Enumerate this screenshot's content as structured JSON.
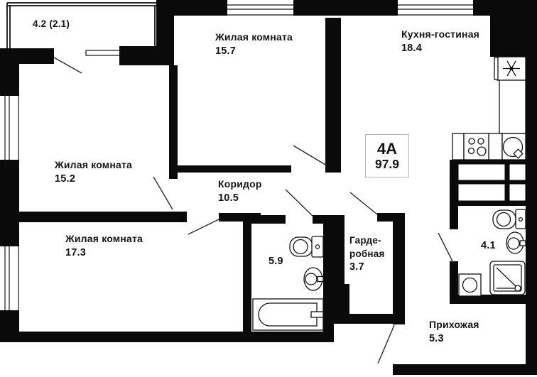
{
  "badge": {
    "unit": "4А",
    "total_area": "97.9"
  },
  "rooms": [
    {
      "id": "balcony",
      "label": "4.2 (2.1)"
    },
    {
      "id": "living-room-1",
      "name": "Жилая комната",
      "area": "15.7"
    },
    {
      "id": "kitchen-living",
      "name": "Кухня-гостиная",
      "area": "18.4"
    },
    {
      "id": "living-room-2",
      "name": "Жилая комната",
      "area": "15.2"
    },
    {
      "id": "living-room-3",
      "name": "Жилая комната",
      "area": "17.3"
    },
    {
      "id": "corridor",
      "name": "Коридор",
      "area": "10.5"
    },
    {
      "id": "bathroom",
      "area": "5.9"
    },
    {
      "id": "wardrobe",
      "name_line1": "Гарде-",
      "name_line2": "робная",
      "area": "3.7"
    },
    {
      "id": "wc",
      "area": "4.1"
    },
    {
      "id": "hallway",
      "name": "Прихожая",
      "area": "5.3"
    }
  ]
}
